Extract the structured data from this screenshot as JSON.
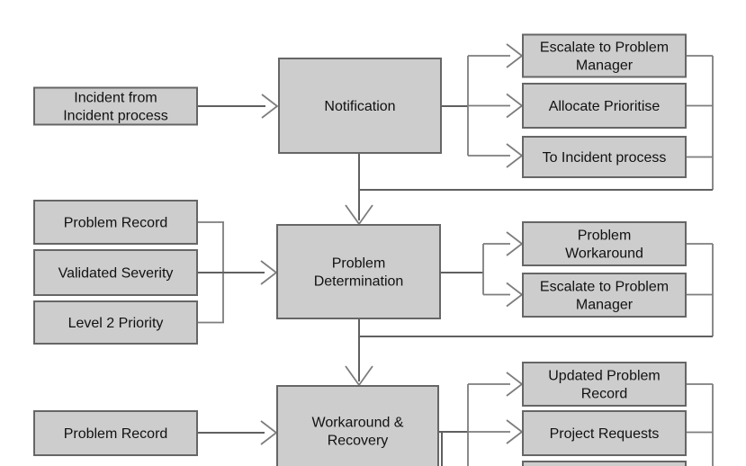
{
  "diagram": {
    "type": "process-flowchart",
    "colors": {
      "background": "#ffffff",
      "box_fill": "#cdcdcd",
      "box_border": "#666666",
      "line": "#606060",
      "arrow": "#7d7d7d",
      "text": "#111111"
    },
    "rows": [
      {
        "name": "notification",
        "inputs": [
          {
            "lines": [
              "Incident from",
              "Incident process"
            ]
          }
        ],
        "process": {
          "lines": [
            "Notification"
          ]
        },
        "outputs": [
          {
            "lines": [
              "Escalate to Problem",
              "Manager"
            ]
          },
          {
            "lines": [
              "Allocate Prioritise"
            ]
          },
          {
            "lines": [
              "To Incident process"
            ]
          }
        ]
      },
      {
        "name": "problem-determination",
        "inputs": [
          {
            "lines": [
              "Problem Record"
            ]
          },
          {
            "lines": [
              "Validated Severity"
            ]
          },
          {
            "lines": [
              "Level 2 Priority"
            ]
          }
        ],
        "process": {
          "lines": [
            "Problem",
            "Determination"
          ]
        },
        "outputs": [
          {
            "lines": [
              "Problem",
              "Workaround"
            ]
          },
          {
            "lines": [
              "Escalate to Problem",
              "Manager"
            ]
          }
        ]
      },
      {
        "name": "workaround-recovery",
        "inputs": [
          {
            "lines": [
              "Problem Record"
            ]
          }
        ],
        "process": {
          "lines": [
            "Workaround &",
            "Recovery"
          ]
        },
        "outputs": [
          {
            "lines": [
              "Updated Problem",
              "Record"
            ]
          },
          {
            "lines": [
              "Project Requests"
            ]
          }
        ]
      }
    ]
  }
}
